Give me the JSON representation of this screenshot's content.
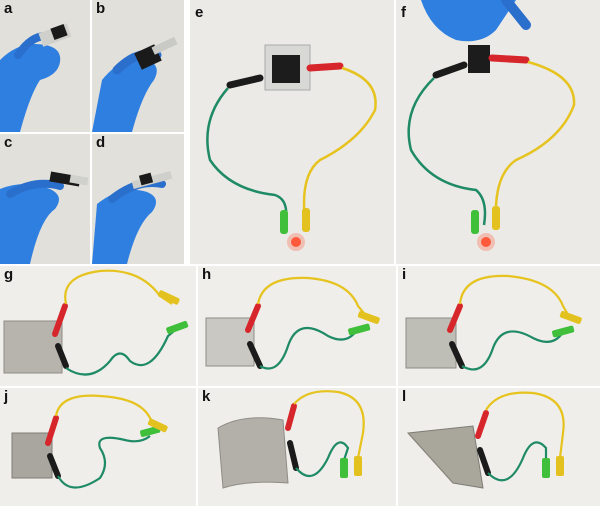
{
  "panels": {
    "a": {
      "label": "a"
    },
    "b": {
      "label": "b"
    },
    "c": {
      "label": "c"
    },
    "d": {
      "label": "d"
    },
    "e": {
      "label": "e"
    },
    "f": {
      "label": "f"
    },
    "g": {
      "label": "g"
    },
    "h": {
      "label": "h"
    },
    "i": {
      "label": "i"
    },
    "j": {
      "label": "j"
    },
    "k": {
      "label": "k"
    },
    "l": {
      "label": "l"
    }
  },
  "colors": {
    "glove": "#2f7fe0",
    "wire_yellow": "#e6c31e",
    "wire_green": "#1f8a66",
    "clip_red": "#d7262b",
    "clip_black": "#1b1b1b",
    "clip_green": "#3fbf3a",
    "clip_yellow": "#e3c21f",
    "led": "#ff5a3c",
    "foil": "#b6b4ac"
  }
}
